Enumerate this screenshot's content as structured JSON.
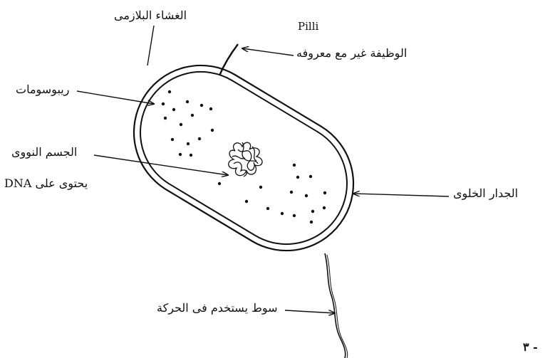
{
  "labels": {
    "plasma_membrane": "الغشاء البلازمى",
    "pilli": "Pilli",
    "pilli_function": "الوظيفة غير مع معروفه",
    "ribosomes": "ريبوسومات",
    "nuclear_body": "الجسم النووى",
    "contains_dna": "يحتوى على DNA",
    "cell_wall": "الجدار الخلوى",
    "flagellum": "سوط يستخدم فى الحركة",
    "figure_number": "٣ -"
  },
  "colors": {
    "ink": "#111111",
    "background": "#ffffff"
  }
}
